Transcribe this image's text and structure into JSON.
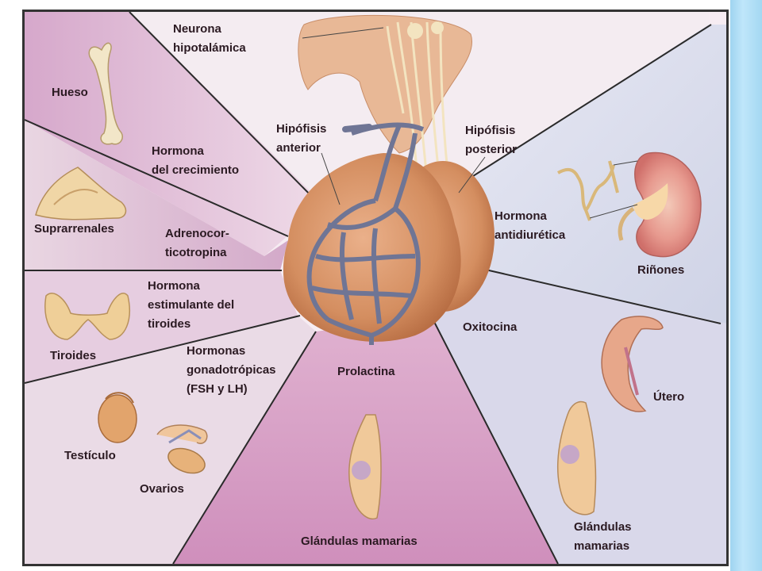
{
  "labels": {
    "neurona_line1": "Neurona",
    "neurona_line2": "hipotalámica",
    "hueso": "Hueso",
    "gh_line1": "Hormona",
    "gh_line2": "del crecimiento",
    "hip_ant_line1": "Hipófisis",
    "hip_ant_line2": "anterior",
    "hip_post_line1": "Hipófisis",
    "hip_post_line2": "posterior",
    "suprarrenales": "Suprarrenales",
    "acth_line1": "Adrenocor-",
    "acth_line2": "ticotropina",
    "adh_line1": "Hormona",
    "adh_line2": "antidiurética",
    "rinones": "Riñones",
    "tsh_line1": "Hormona",
    "tsh_line2": "estimulante del",
    "tsh_line3": "tiroides",
    "tiroides": "Tiroides",
    "oxitocina": "Oxitocina",
    "gonad_line1": "Hormonas",
    "gonad_line2": "gonadotrópicas",
    "gonad_line3": "(FSH y LH)",
    "prolactina": "Prolactina",
    "utero": "Útero",
    "testiculo": "Testículo",
    "ovarios": "Ovarios",
    "mamarias_center": "Glándulas mamarias",
    "mamarias_right_line1": "Glándulas",
    "mamarias_right_line2": "mamarias"
  },
  "colors": {
    "left_sector": "#e3c7db",
    "left_sector_dark": "#c99bbf",
    "center_sector": "#d49bc2",
    "right_sector": "#d9d9ec",
    "gland": "#d99a6c",
    "vessels": "#6f7595",
    "kidney": "#e58a86"
  }
}
